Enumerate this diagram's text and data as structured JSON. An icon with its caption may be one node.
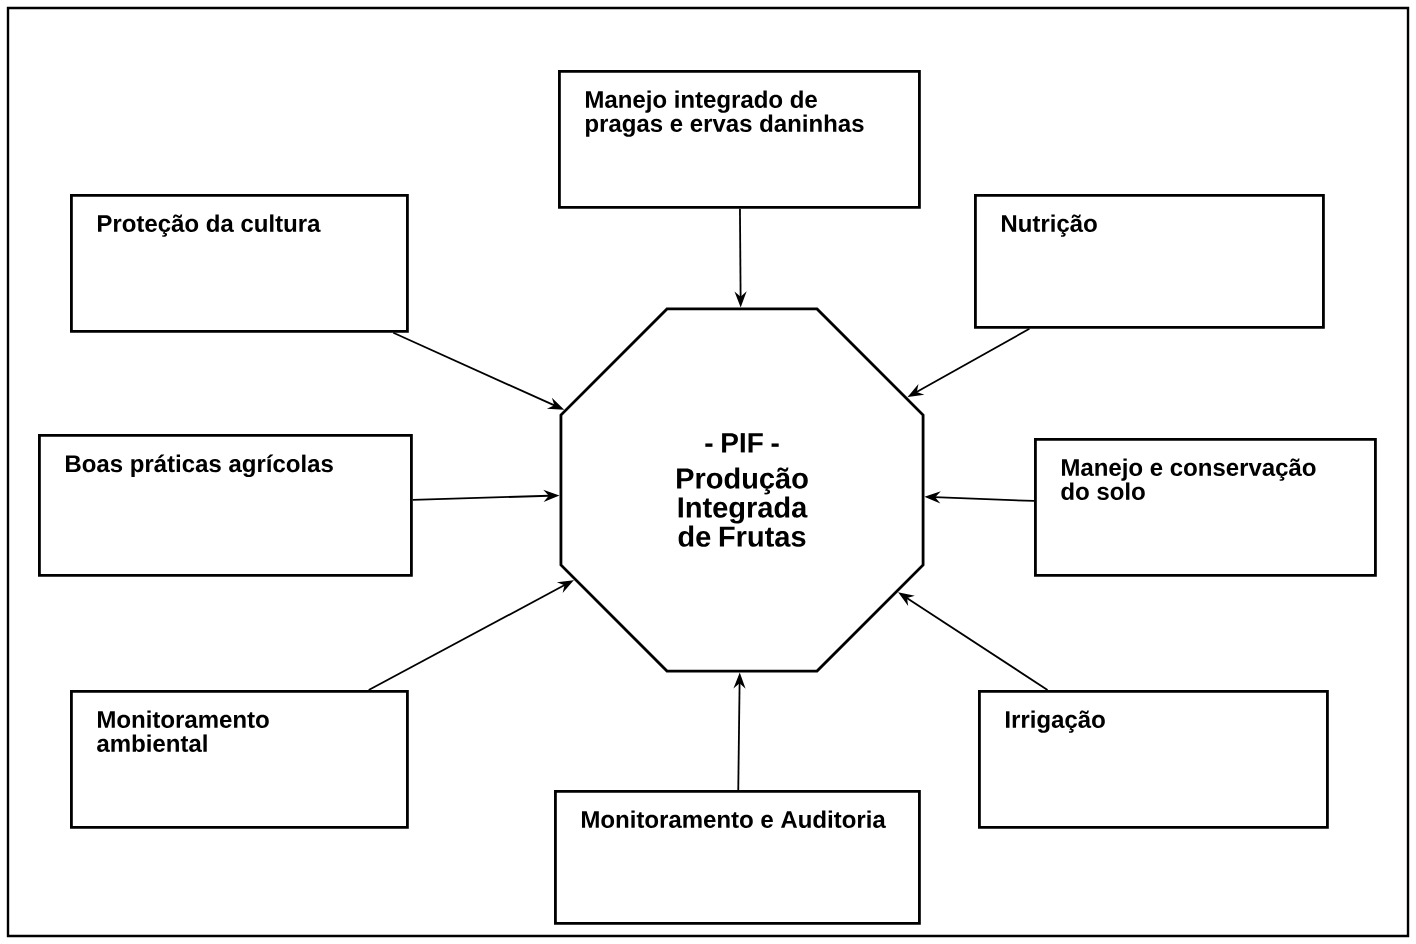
{
  "diagram": {
    "nodes": [
      {
        "text": [
          "- PIF -",
          "Produção Integrada de Frutas"
        ]
      },
      {
        "text": [
          "Manejo integrado de pragas e ervas daninhas"
        ]
      },
      {
        "text": [
          "Proteção da cultura"
        ]
      },
      {
        "text": [
          "Nutrição"
        ]
      },
      {
        "text": [
          "Boas práticas agrícolas"
        ]
      },
      {
        "text": [
          "Manejo e conservação do solo"
        ]
      },
      {
        "text": [
          "Monitoramento ambiental"
        ]
      },
      {
        "text": [
          "Irrigação"
        ]
      },
      {
        "text": [
          "Monitoramento e Auditoria"
        ]
      }
    ],
    "edges": [
      {
        "from": 1,
        "to": 0,
        "arrow": "to"
      },
      {
        "from": 2,
        "to": 0,
        "arrow": "to"
      },
      {
        "from": 3,
        "to": 0,
        "arrow": "to"
      },
      {
        "from": 4,
        "to": 0,
        "arrow": "to"
      },
      {
        "from": 5,
        "to": 0,
        "arrow": "to"
      },
      {
        "from": 6,
        "to": 0,
        "arrow": "to"
      },
      {
        "from": 7,
        "to": 0,
        "arrow": "to"
      },
      {
        "from": 8,
        "to": 0,
        "arrow": "to"
      }
    ]
  }
}
